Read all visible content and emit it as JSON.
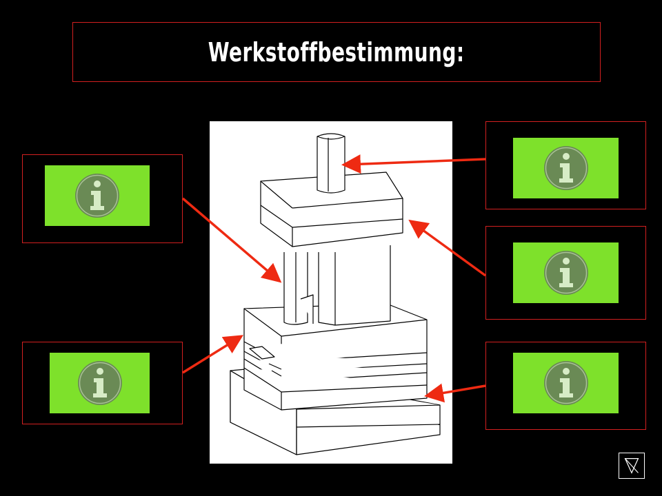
{
  "slide": {
    "title": "Werkstoffbestimmung:"
  },
  "colors": {
    "background": "#000000",
    "frame_border": "#d42020",
    "info_button": "#7ee12b",
    "arrow": "#ee2a12",
    "title_text": "#ffffff"
  },
  "info_buttons": [
    {
      "id": "left-top",
      "icon": "info-icon",
      "points_to": "guide-pillar"
    },
    {
      "id": "left-bottom",
      "icon": "info-icon",
      "points_to": "die-plate"
    },
    {
      "id": "right-top",
      "icon": "info-icon",
      "points_to": "punch-shank"
    },
    {
      "id": "right-middle",
      "icon": "info-icon",
      "points_to": "top-plate"
    },
    {
      "id": "right-bottom",
      "icon": "info-icon",
      "points_to": "base-plate"
    }
  ],
  "navigation": {
    "next_icon": "triangle-icon"
  }
}
